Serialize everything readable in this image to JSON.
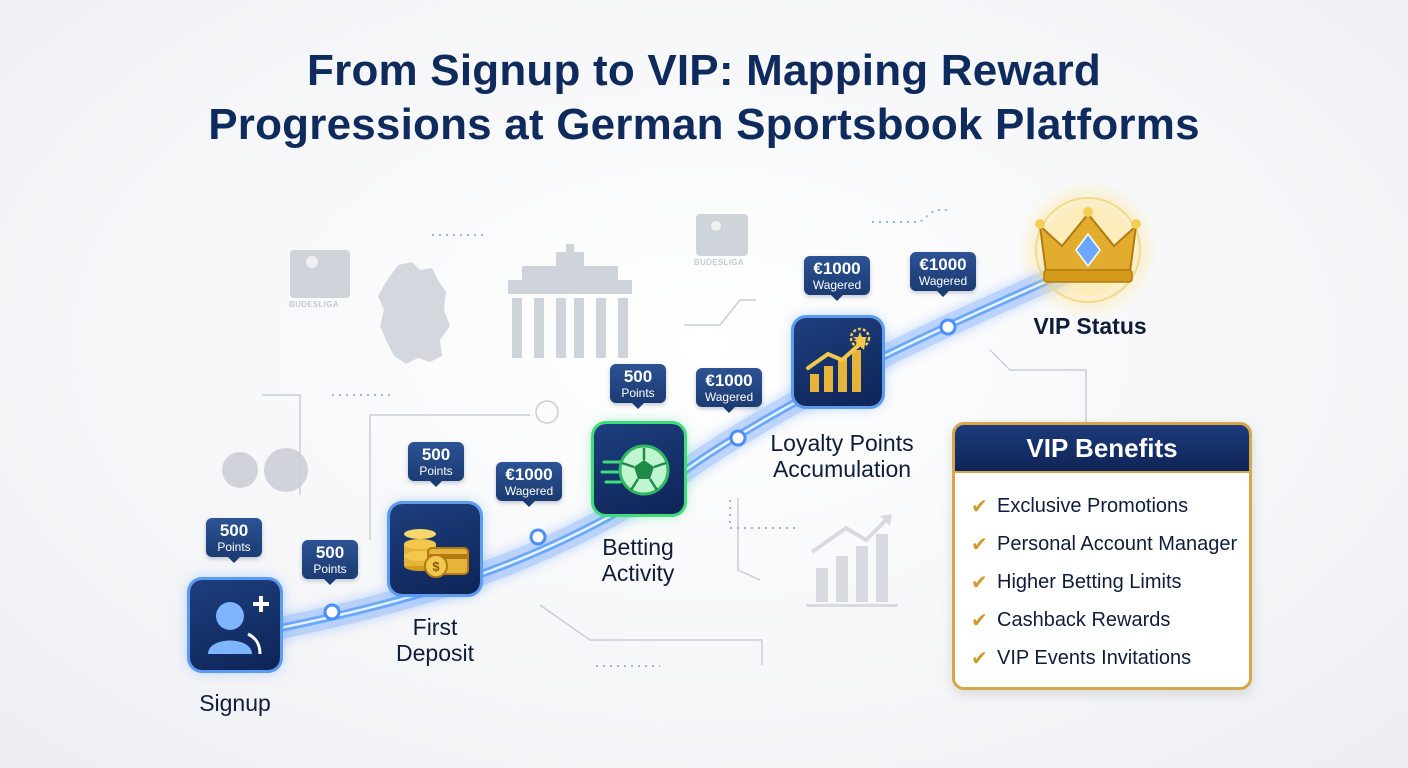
{
  "title": {
    "line1": "From Signup to VIP: Mapping Reward",
    "line2": "Progressions at German Sportsbook Platforms"
  },
  "watermarks": [
    "BUDESLIGA",
    "BUDESLIGA"
  ],
  "stages": [
    {
      "label_lines": [
        "Signup"
      ],
      "icon": "user-plus-icon"
    },
    {
      "label_lines": [
        "First",
        "Deposit"
      ],
      "icon": "coins-card-icon"
    },
    {
      "label_lines": [
        "Betting",
        "Activity"
      ],
      "icon": "soccer-ball-icon"
    },
    {
      "label_lines": [
        "Loyalty Points",
        "Accumulation"
      ],
      "icon": "growth-chart-icon"
    }
  ],
  "badges": [
    {
      "main": "500",
      "sub": "Points"
    },
    {
      "main": "500",
      "sub": "Points"
    },
    {
      "main": "500",
      "sub": "Points"
    },
    {
      "main": "€1000",
      "sub": "Wagered"
    },
    {
      "main": "500",
      "sub": "Points"
    },
    {
      "main": "€1000",
      "sub": "Wagered"
    },
    {
      "main": "€1000",
      "sub": "Wagered"
    },
    {
      "main": "€1000",
      "sub": "Wagered"
    }
  ],
  "vip": {
    "label": "VIP Status",
    "icon": "crown-icon"
  },
  "benefits": {
    "header": "VIP Benefits",
    "items": [
      "Exclusive Promotions",
      "Personal Account Manager",
      "Higher Betting Limits",
      "Cashback Rewards",
      "VIP Events Invitations"
    ],
    "check_icon": "checkmark-icon"
  },
  "colors": {
    "title": "#0f2a5c",
    "path_glow": "#4a8dff",
    "icon_bg": "#14306a",
    "gold": "#d5a64a",
    "text": "#0f1d3a"
  }
}
